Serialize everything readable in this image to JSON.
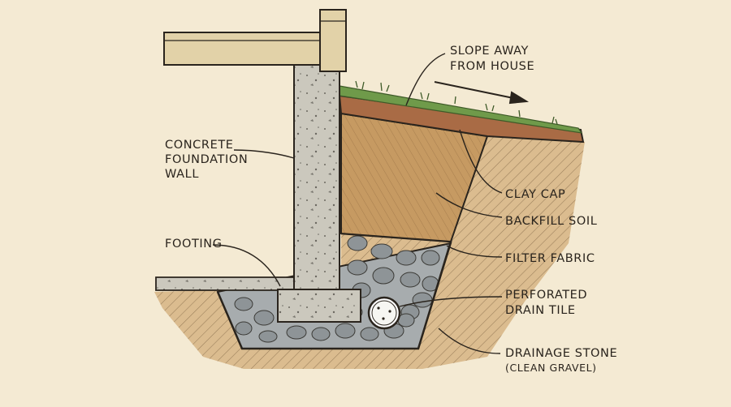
{
  "labels": {
    "slope": [
      "SLOPE AWAY",
      "FROM HOUSE"
    ],
    "foundation_wall": [
      "CONCRETE",
      "FOUNDATION",
      "WALL"
    ],
    "footing": "FOOTING",
    "clay_cap": "CLAY CAP",
    "backfill_soil": "BACKFILL SOIL",
    "filter_fabric": "FILTER FABRIC",
    "drain_tile": [
      "PERFORATED",
      "DRAIN TILE"
    ],
    "drainage_stone": "DRAINAGE STONE",
    "drainage_stone_note": "(CLEAN GRAVEL)"
  },
  "colors": {
    "paper": "#f4ead3",
    "ink": "#2a241d",
    "concrete": "#c9c7bd",
    "lumber": "#e3d3aa",
    "backfill": "#c79a63",
    "clay": "#a86b45",
    "grass": "#6f9a4a",
    "gravel": "#9fa5a8",
    "native_soil": "#d8b98a",
    "pipe": "#ffffff"
  },
  "icons": [
    "slope-direction-arrow"
  ]
}
